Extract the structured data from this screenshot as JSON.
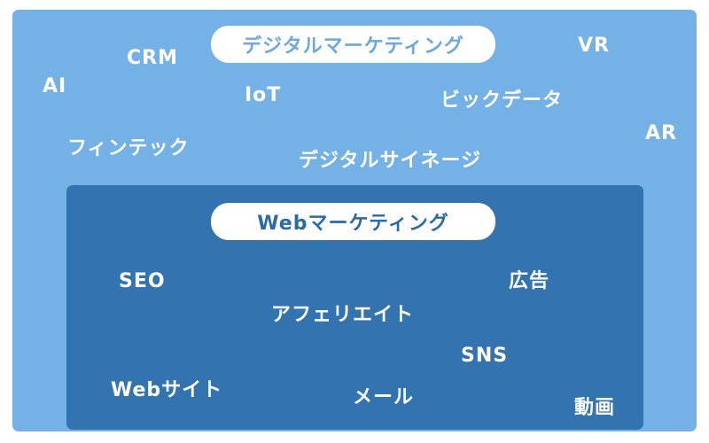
{
  "outer": {
    "title": "デジタルマーケティング",
    "terms": {
      "crm": "CRM",
      "vr": "VR",
      "ai": "AI",
      "iot": "IoT",
      "bigdata": "ビックデータ",
      "ar": "AR",
      "fintech": "フィンテック",
      "signage": "デジタルサイネージ"
    }
  },
  "inner": {
    "title": "Webマーケティング",
    "terms": {
      "seo": "SEO",
      "ad": "広告",
      "affiliate": "アフェリエイト",
      "sns": "SNS",
      "website": "Webサイト",
      "mail": "メール",
      "video": "動画"
    }
  },
  "colors": {
    "outer_bg": "#74b1e6",
    "inner_bg": "#3374b0",
    "pill_bg": "#ffffff",
    "outer_title_text": "#6ea8dc",
    "inner_title_text": "#2b6aa6",
    "term_text": "#ffffff"
  }
}
